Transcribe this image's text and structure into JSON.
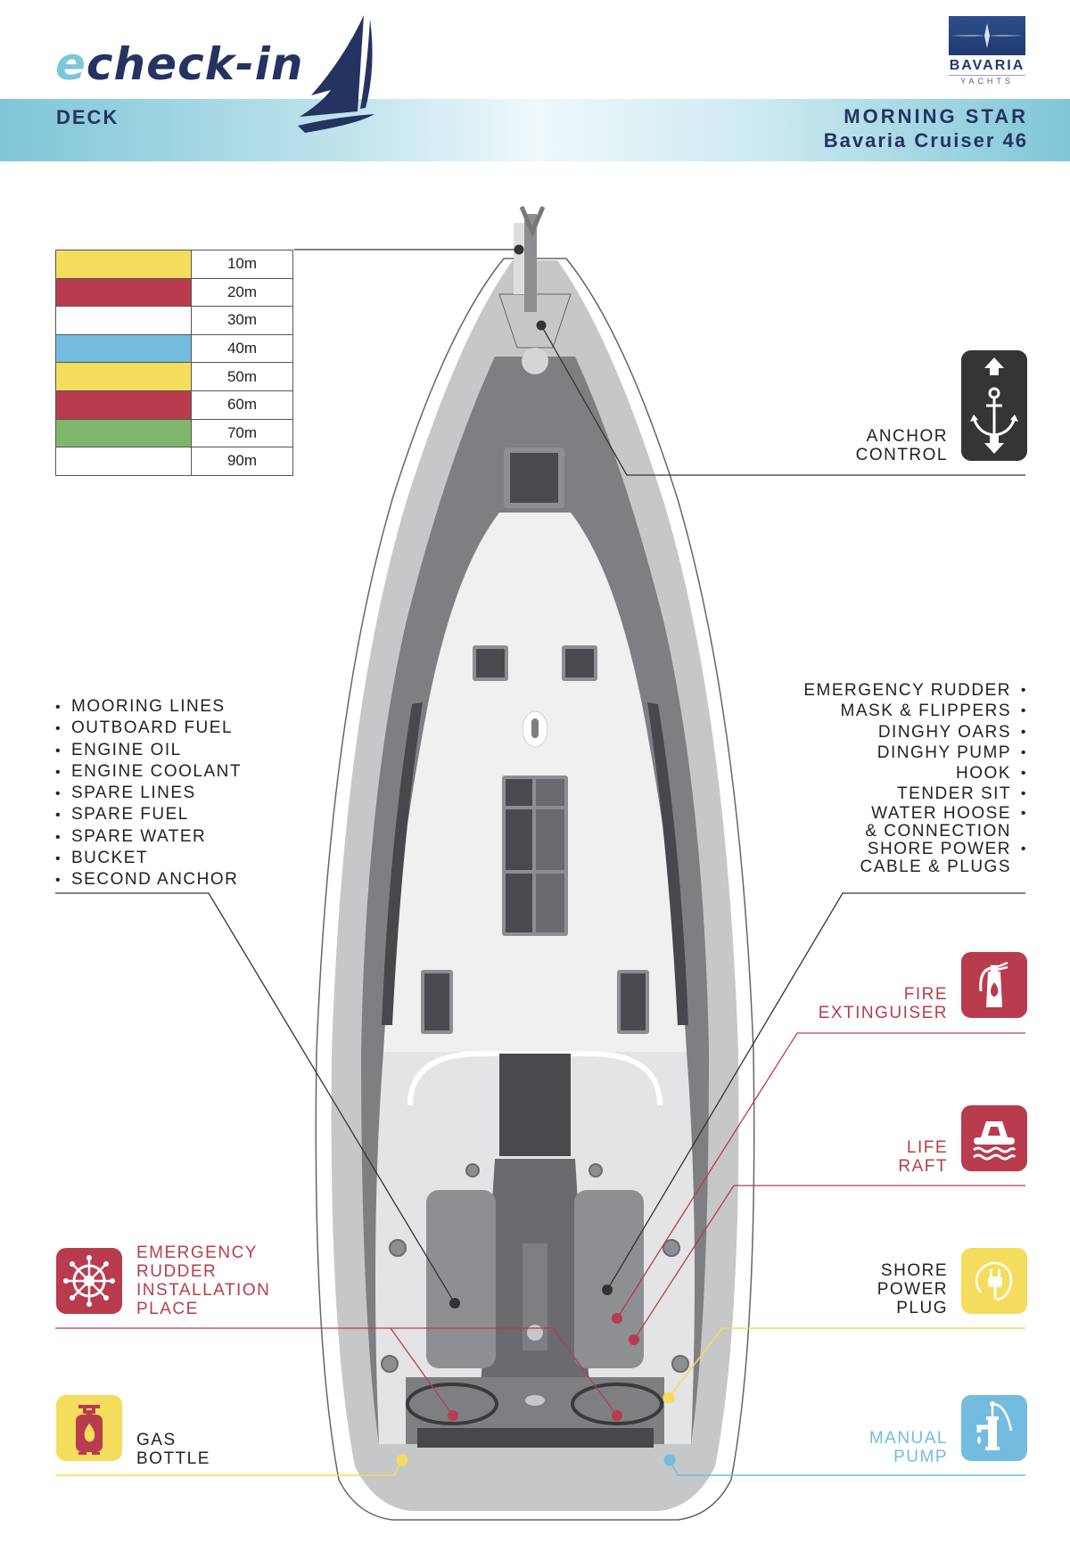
{
  "header": {
    "logo_prefix": "e",
    "logo_text": "check-in",
    "section": "DECK",
    "boat_name": "MORNING STAR",
    "boat_model": "Bavaria Cruiser 46",
    "brand_name": "BAVARIA",
    "brand_sub": "YACHTS"
  },
  "colors": {
    "navy": "#253361",
    "red": "#b83c4e",
    "yellow": "#f4dc5c",
    "blue": "#74bcdf",
    "green": "#7fb76a",
    "dark": "#3a3a3c"
  },
  "anchor_chain_markers": {
    "title": "",
    "rows": [
      {
        "color": "#f4dc5c",
        "length": "10m"
      },
      {
        "color": "#b83c4e",
        "length": "20m"
      },
      {
        "color": "#ffffff",
        "length": "30m"
      },
      {
        "color": "#74bcdf",
        "length": "40m"
      },
      {
        "color": "#f4dc5c",
        "length": "50m"
      },
      {
        "color": "#b83c4e",
        "length": "60m"
      },
      {
        "color": "#7fb76a",
        "length": "70m"
      },
      {
        "color": "#ffffff",
        "length": "90m"
      }
    ]
  },
  "callouts": {
    "anchor_control": {
      "line1": "ANCHOR",
      "line2": "CONTROL",
      "icon": "anchor-updown-icon"
    },
    "left_locker": {
      "items": [
        "MOORING LINES",
        "OUTBOARD FUEL",
        "ENGINE OIL",
        "ENGINE COOLANT",
        "SPARE LINES",
        "SPARE FUEL",
        "SPARE WATER",
        "BUCKET",
        "SECOND ANCHOR"
      ]
    },
    "right_locker": {
      "items": [
        "EMERGENCY RUDDER",
        "MASK & FLIPPERS",
        "DINGHY OARS",
        "DINGHY PUMP",
        "HOOK",
        "TENDER SIT"
      ],
      "item_water_l1": "WATER HOOSE",
      "item_water_l2": "& CONNECTION",
      "item_shore_l1": "SHORE POWER",
      "item_shore_l2": "CABLE & PLUGS"
    },
    "fire_extinguisher": {
      "line1": "FIRE",
      "line2": "EXTINGUISER",
      "icon": "fire-extinguisher-icon"
    },
    "life_raft": {
      "line1": "LIFE",
      "line2": "RAFT",
      "icon": "life-raft-icon"
    },
    "emergency_rudder": {
      "line1": "EMERGENCY",
      "line2": "RUDDER",
      "line3": "INSTALLATION",
      "line4": "PLACE",
      "icon": "ship-wheel-icon"
    },
    "shore_power_plug": {
      "line1": "SHORE",
      "line2": "POWER",
      "line3": "PLUG",
      "icon": "power-plug-icon"
    },
    "gas_bottle": {
      "line1": "GAS",
      "line2": "BOTTLE",
      "icon": "gas-bottle-icon"
    },
    "manual_pump": {
      "line1": "MANUAL",
      "line2": "PUMP",
      "icon": "water-pump-icon"
    }
  }
}
